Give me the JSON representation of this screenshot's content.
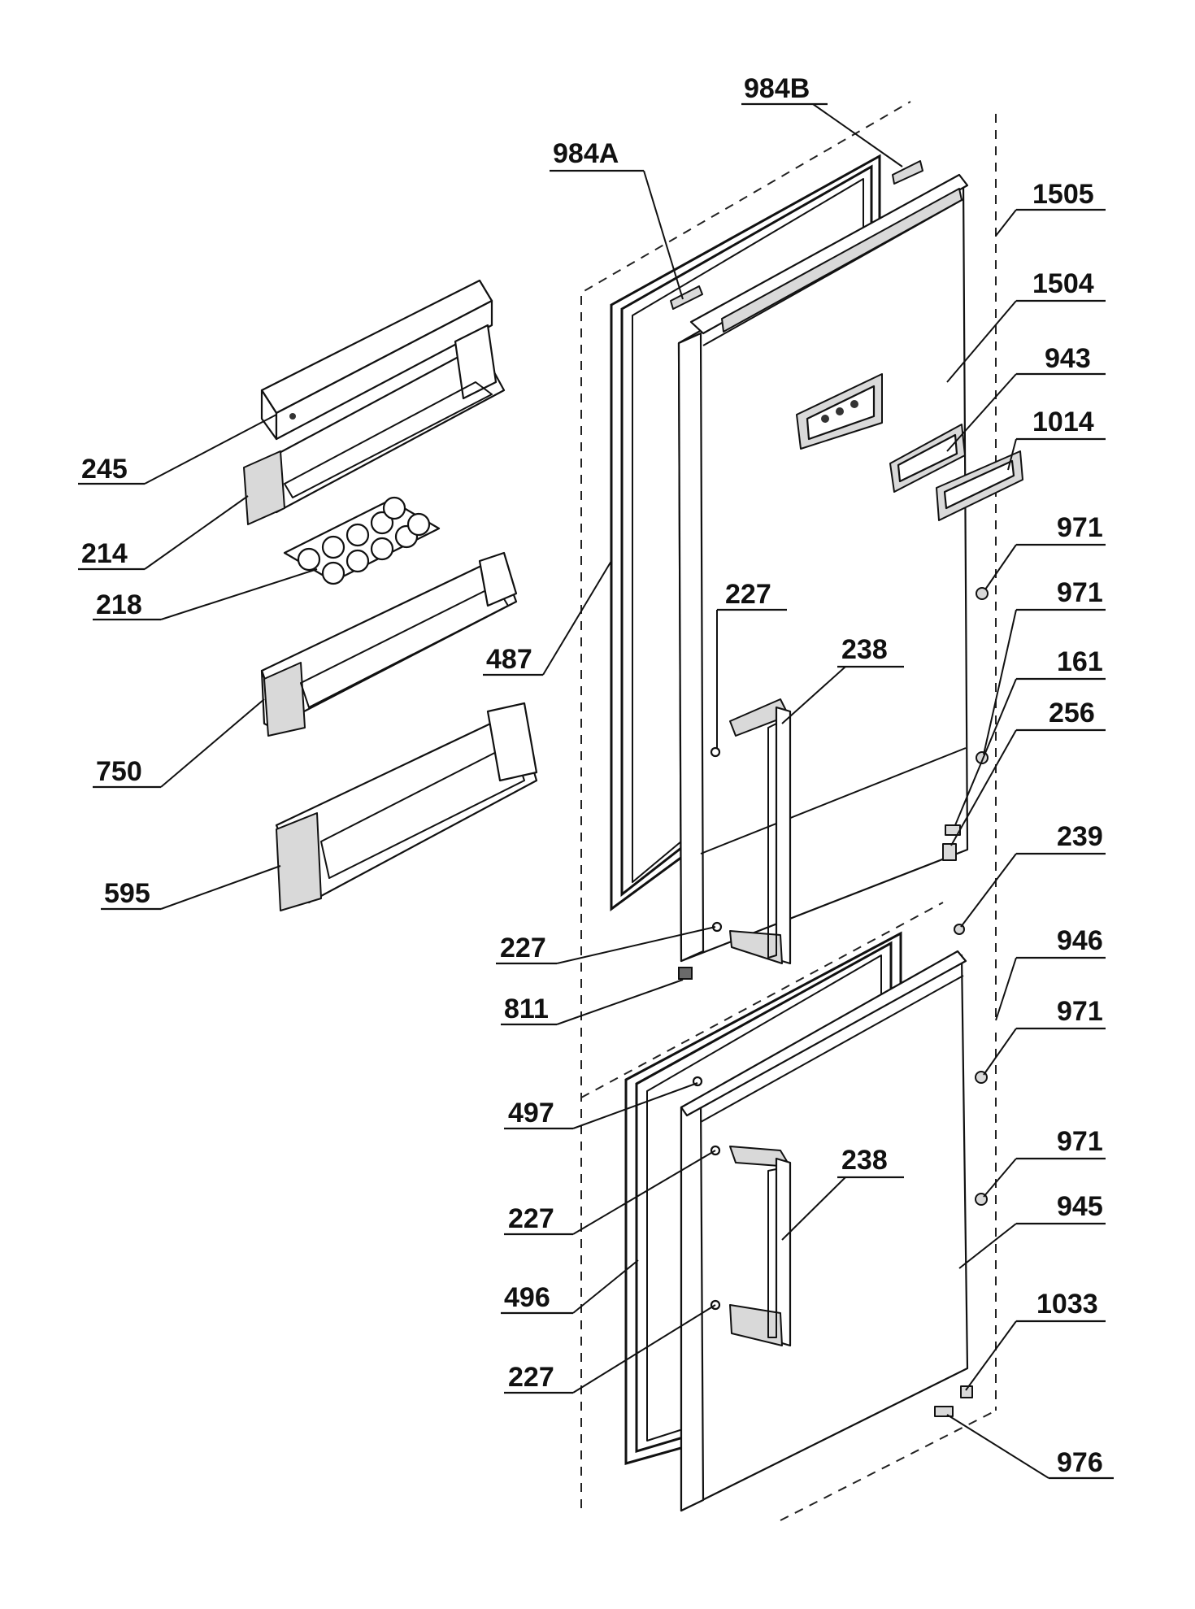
{
  "diagram": {
    "part_labels": {
      "p984B": "984B",
      "p984A": "984A",
      "p1505": "1505",
      "p1504": "1504",
      "p943": "943",
      "p1014": "1014",
      "p245": "245",
      "p214": "214",
      "p218": "218",
      "p487": "487",
      "p971_a": "971",
      "p971_b": "971",
      "p227_a": "227",
      "p238_a": "238",
      "p161": "161",
      "p256": "256",
      "p750": "750",
      "p239": "239",
      "p595": "595",
      "p227_b": "227",
      "p946": "946",
      "p811": "811",
      "p971_c": "971",
      "p497": "497",
      "p238_b": "238",
      "p971_d": "971",
      "p227_c": "227",
      "p945": "945",
      "p496": "496",
      "p1033": "1033",
      "p227_d": "227",
      "p976": "976"
    }
  }
}
